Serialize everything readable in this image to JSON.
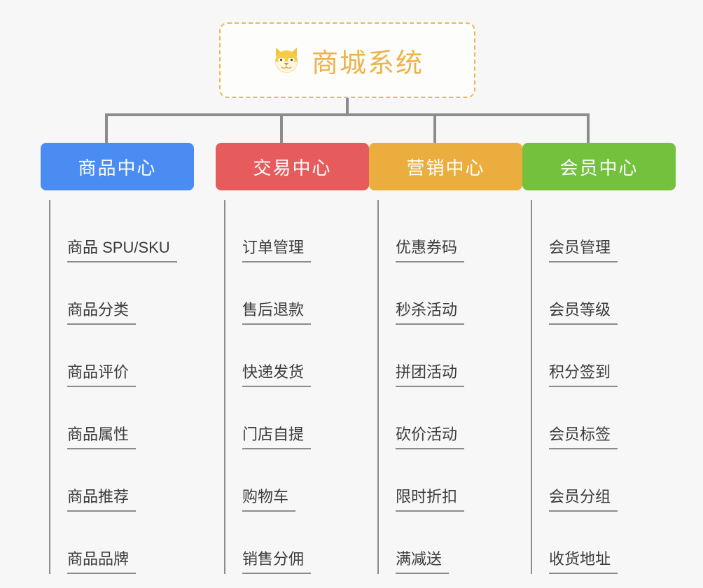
{
  "root": {
    "title": "商城系统",
    "icon": "shiba-dog-face-icon",
    "border_color": "#edb94f",
    "title_color": "#edb34a",
    "background": "#fdfdfc"
  },
  "canvas": {
    "background": "#f7f7f7",
    "connector_color": "#8c8c8c"
  },
  "columns": [
    {
      "label": "商品中心",
      "color": "#4a8cf2",
      "items": [
        "商品 SPU/SKU",
        "商品分类",
        "商品评价",
        "商品属性",
        "商品推荐",
        "商品品牌"
      ]
    },
    {
      "label": "交易中心",
      "color": "#e65c5c",
      "items": [
        "订单管理",
        "售后退款",
        "快递发货",
        "门店自提",
        "购物车",
        "销售分佣"
      ]
    },
    {
      "label": "营销中心",
      "color": "#ebae3e",
      "items": [
        "优惠券码",
        "秒杀活动",
        "拼团活动",
        "砍价活动",
        "限时折扣",
        "满减送"
      ]
    },
    {
      "label": "会员中心",
      "color": "#73c13d",
      "items": [
        "会员管理",
        "会员等级",
        "积分签到",
        "会员标签",
        "会员分组",
        "收货地址"
      ]
    }
  ]
}
